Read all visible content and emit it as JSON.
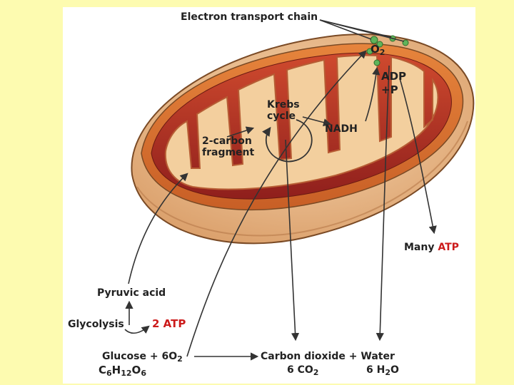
{
  "labels": {
    "electron_transport_chain": "Electron transport chain",
    "o2": "O",
    "o2_sub": "2",
    "adp": "ADP",
    "plus_p": "+P",
    "krebs_line1": "Krebs",
    "krebs_line2": "cycle",
    "nadh": "NADH",
    "two_carbon_line1": "2-carbon",
    "two_carbon_line2": "fragment",
    "many": "Many",
    "many_atp": "ATP",
    "pyruvic_acid": "Pyruvic acid",
    "glycolysis": "Glycolysis",
    "two_atp": "2 ATP",
    "glucose_eq": "Glucose + 6O",
    "glucose_eq_sub": "2",
    "glucose_formula": [
      "C",
      "6",
      "H",
      "12",
      "O",
      "6"
    ],
    "carbon_dioxide_eq": "Carbon dioxide + Water",
    "co2_amount": "6 CO",
    "co2_sub": "2",
    "h2o_amount": "6 H",
    "h2o_sub": "2",
    "h2o_end": "O"
  },
  "colors": {
    "page_background": "#fdfbb0",
    "panel_background": "#ffffff",
    "outer_membrane": "#e8b98a",
    "inner_red": "#b8322a",
    "matrix": "#f3cf9e",
    "enzyme_green": "#5fb45a",
    "atp_red": "#cc1b1b"
  }
}
